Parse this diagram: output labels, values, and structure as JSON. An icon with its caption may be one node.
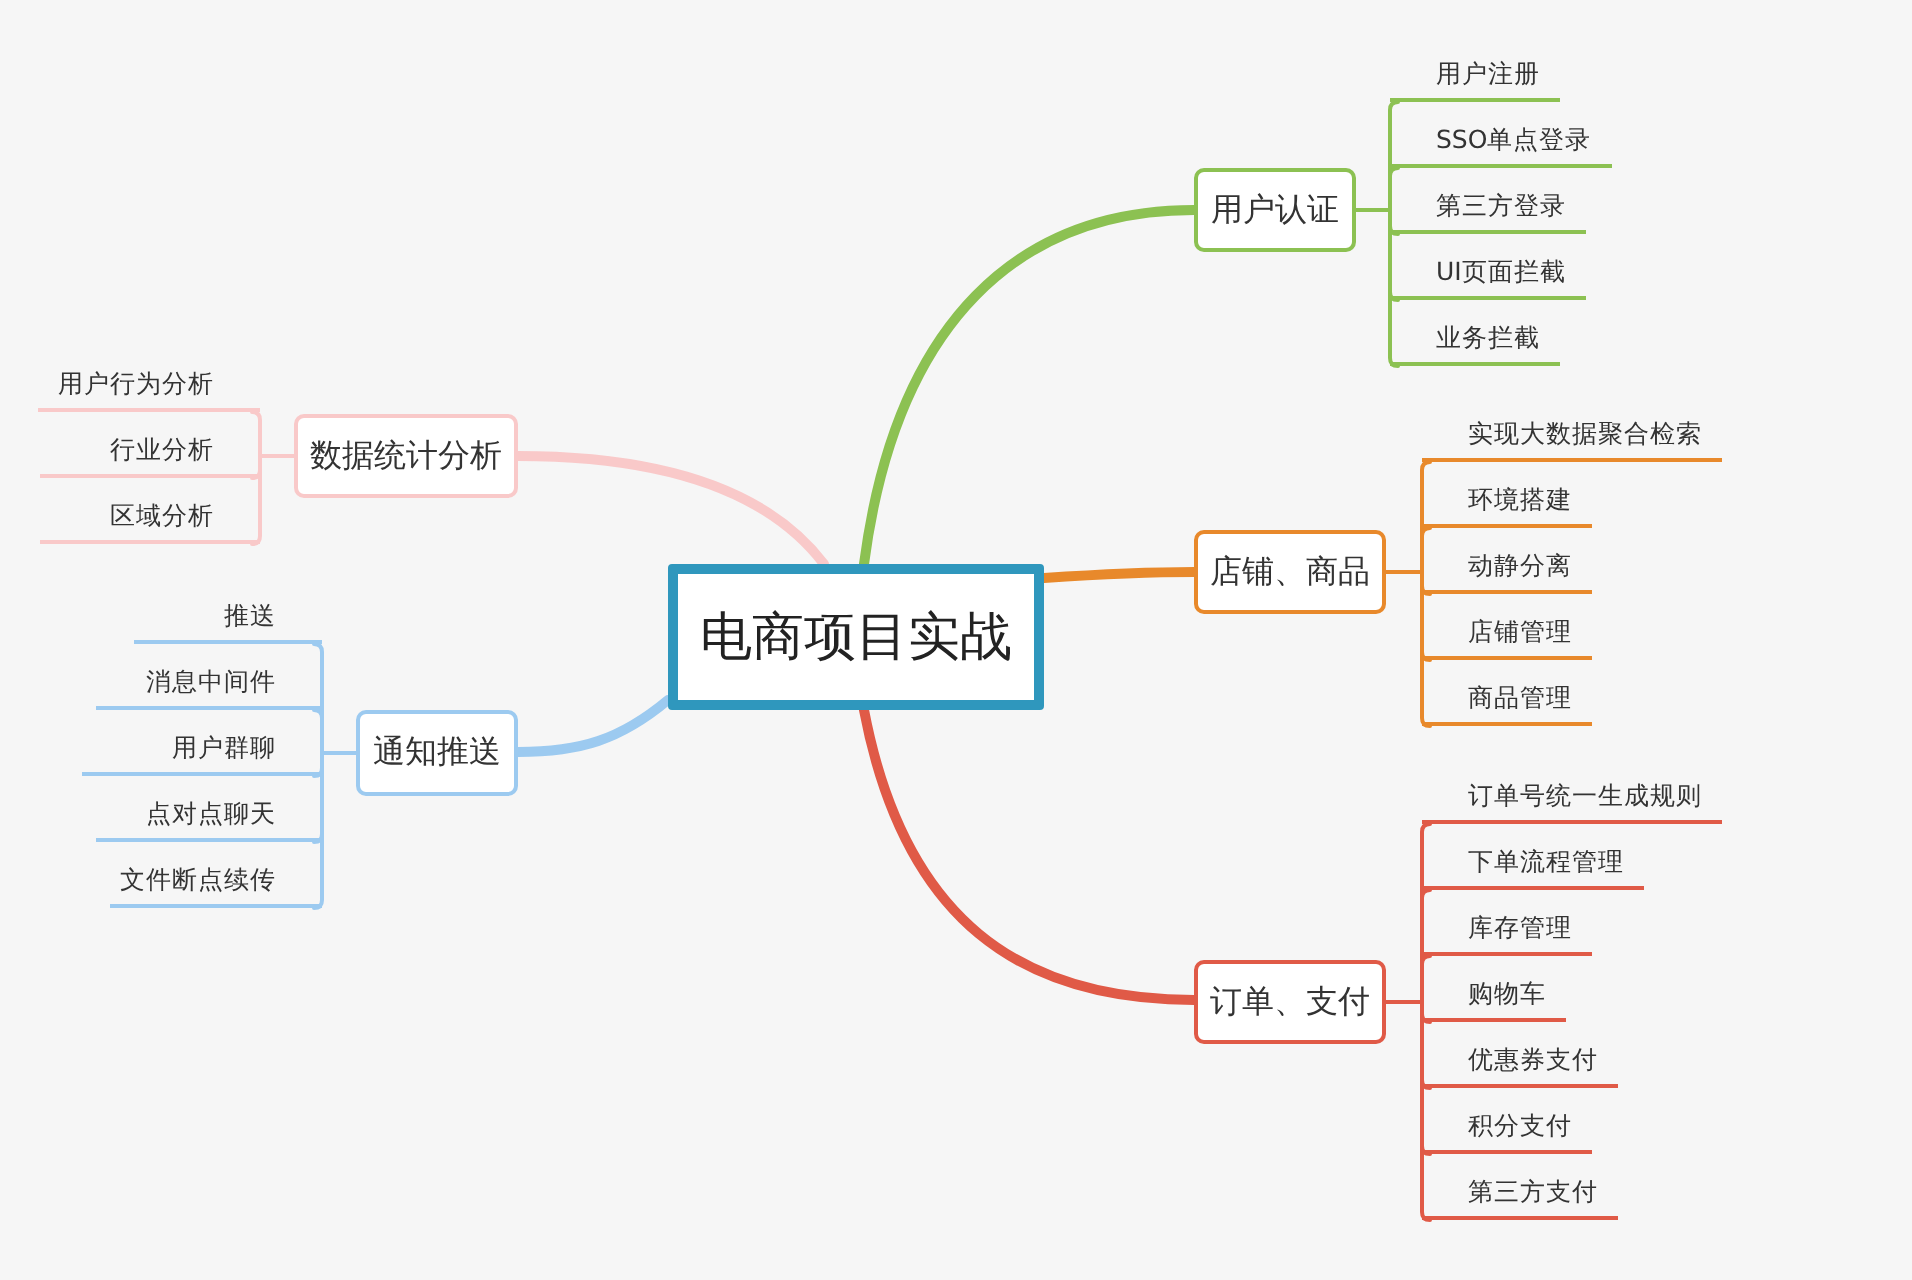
{
  "diagram": {
    "nodes": [
      {
        "text": [
          "电商项目实战"
        ]
      },
      {
        "text": [
          "用户认证"
        ]
      },
      {
        "text": [
          "用户注册"
        ]
      },
      {
        "text": [
          "SSO单点登录"
        ]
      },
      {
        "text": [
          "第三方登录"
        ]
      },
      {
        "text": [
          "UI页面拦截"
        ]
      },
      {
        "text": [
          "业务拦截"
        ]
      },
      {
        "text": [
          "店铺、商品"
        ]
      },
      {
        "text": [
          "实现大数据聚合检索"
        ]
      },
      {
        "text": [
          "环境搭建"
        ]
      },
      {
        "text": [
          "动静分离"
        ]
      },
      {
        "text": [
          "店铺管理"
        ]
      },
      {
        "text": [
          "商品管理"
        ]
      },
      {
        "text": [
          "订单、支付"
        ]
      },
      {
        "text": [
          "订单号统一生成规则"
        ]
      },
      {
        "text": [
          "下单流程管理"
        ]
      },
      {
        "text": [
          "库存管理"
        ]
      },
      {
        "text": [
          "购物车"
        ]
      },
      {
        "text": [
          "优惠券支付"
        ]
      },
      {
        "text": [
          "积分支付"
        ]
      },
      {
        "text": [
          "第三方支付"
        ]
      },
      {
        "text": [
          "数据统计分析"
        ]
      },
      {
        "text": [
          "用户行为分析"
        ]
      },
      {
        "text": [
          "行业分析"
        ]
      },
      {
        "text": [
          "区域分析"
        ]
      },
      {
        "text": [
          "通知推送"
        ]
      },
      {
        "text": [
          "推送"
        ]
      },
      {
        "text": [
          "消息中间件"
        ]
      },
      {
        "text": [
          "用户群聊"
        ]
      },
      {
        "text": [
          "点对点聊天"
        ]
      },
      {
        "text": [
          "文件断点续传"
        ]
      }
    ],
    "edges": [
      {
        "from": 0,
        "to": 1,
        "arrow": "none",
        "style": "thick",
        "color": "#8cc152"
      },
      {
        "from": 1,
        "to": 2,
        "arrow": "none",
        "color": "#8cc152"
      },
      {
        "from": 1,
        "to": 3,
        "arrow": "none",
        "color": "#8cc152"
      },
      {
        "from": 1,
        "to": 4,
        "arrow": "none",
        "color": "#8cc152"
      },
      {
        "from": 1,
        "to": 5,
        "arrow": "none",
        "color": "#8cc152"
      },
      {
        "from": 1,
        "to": 6,
        "arrow": "none",
        "color": "#8cc152"
      },
      {
        "from": 0,
        "to": 7,
        "arrow": "none",
        "style": "thick",
        "color": "#e8892b"
      },
      {
        "from": 7,
        "to": 8,
        "arrow": "none",
        "color": "#e8892b"
      },
      {
        "from": 7,
        "to": 9,
        "arrow": "none",
        "color": "#e8892b"
      },
      {
        "from": 7,
        "to": 10,
        "arrow": "none",
        "color": "#e8892b"
      },
      {
        "from": 7,
        "to": 11,
        "arrow": "none",
        "color": "#e8892b"
      },
      {
        "from": 7,
        "to": 12,
        "arrow": "none",
        "color": "#e8892b"
      },
      {
        "from": 0,
        "to": 13,
        "arrow": "none",
        "style": "thick",
        "color": "#e05a47"
      },
      {
        "from": 13,
        "to": 14,
        "arrow": "none",
        "color": "#e05a47"
      },
      {
        "from": 13,
        "to": 15,
        "arrow": "none",
        "color": "#e05a47"
      },
      {
        "from": 13,
        "to": 16,
        "arrow": "none",
        "color": "#e05a47"
      },
      {
        "from": 13,
        "to": 17,
        "arrow": "none",
        "color": "#e05a47"
      },
      {
        "from": 13,
        "to": 18,
        "arrow": "none",
        "color": "#e05a47"
      },
      {
        "from": 13,
        "to": 19,
        "arrow": "none",
        "color": "#e05a47"
      },
      {
        "from": 13,
        "to": 20,
        "arrow": "none",
        "color": "#e05a47"
      },
      {
        "from": 0,
        "to": 21,
        "arrow": "none",
        "style": "thick",
        "color": "#f9c9c9"
      },
      {
        "from": 21,
        "to": 22,
        "arrow": "none",
        "color": "#f9c9c9"
      },
      {
        "from": 21,
        "to": 23,
        "arrow": "none",
        "color": "#f9c9c9"
      },
      {
        "from": 21,
        "to": 24,
        "arrow": "none",
        "color": "#f9c9c9"
      },
      {
        "from": 0,
        "to": 25,
        "arrow": "none",
        "style": "thick",
        "color": "#9ccaf0"
      },
      {
        "from": 25,
        "to": 26,
        "arrow": "none",
        "color": "#9ccaf0"
      },
      {
        "from": 25,
        "to": 27,
        "arrow": "none",
        "color": "#9ccaf0"
      },
      {
        "from": 25,
        "to": 28,
        "arrow": "none",
        "color": "#9ccaf0"
      },
      {
        "from": 25,
        "to": 29,
        "arrow": "none",
        "color": "#9ccaf0"
      },
      {
        "from": 25,
        "to": 30,
        "arrow": "none",
        "color": "#9ccaf0"
      }
    ]
  }
}
